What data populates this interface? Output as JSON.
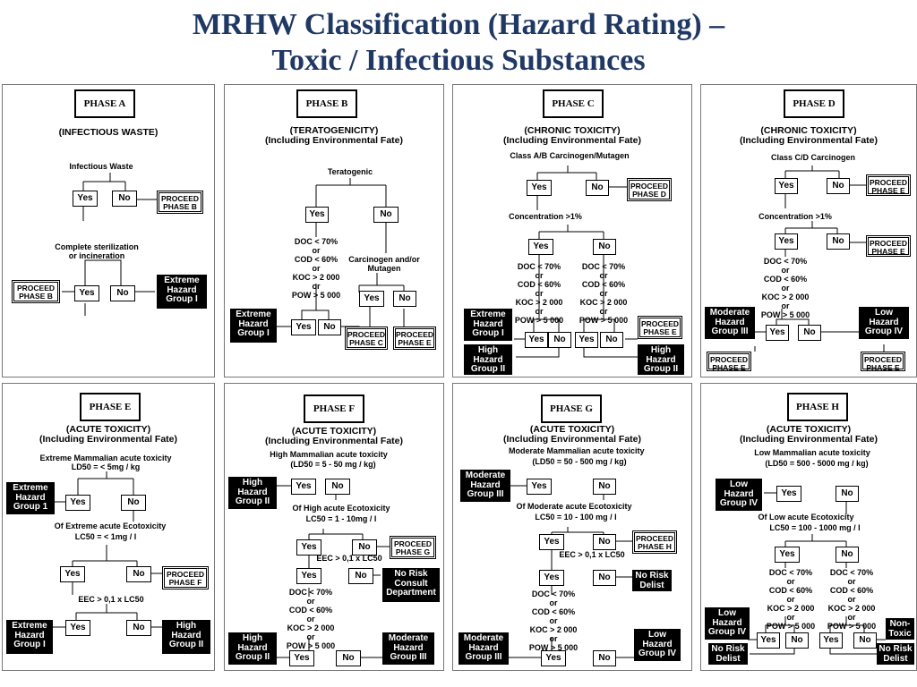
{
  "title": {
    "line1": "MRHW Classification (Hazard Rating) –",
    "line2": "Toxic / Infectious Substances"
  },
  "common": {
    "yes": "Yes",
    "no": "No",
    "proceed": "PROCEED",
    "acute": "(ACUTE TOXICITY)",
    "chronic": "(CHRONIC TOXICITY)",
    "env": "(Including Environmental Fate)",
    "or": "or",
    "doc": "DOC < 70%",
    "cod": "COD < 60%",
    "koc": "KOC > 2 000",
    "pow": "POW > 5 000"
  },
  "phase_a": {
    "label": "PHASE A",
    "subtitle": "(INFECTIOUS WASTE)",
    "q1": "Infectious Waste",
    "q2a": "Complete sterilization",
    "q2b": "or incineration",
    "proceed1": "PHASE B",
    "proceed2": "PHASE B",
    "out1": [
      "Extreme",
      "Hazard",
      "Group I"
    ]
  },
  "phase_b": {
    "label": "PHASE B",
    "subtitle": "(TERATOGENICITY)",
    "q1": "Teratogenic",
    "q2a": "Carcinogen and/or",
    "q2b": "Mutagen",
    "out1": [
      "Extreme",
      "Hazard",
      "Group I"
    ],
    "proceed1": "PHASE C",
    "proceed2": "PHASE E"
  },
  "phase_c": {
    "label": "PHASE C",
    "q1": "Class A/B Carcinogen/Mutagen",
    "q2": "Concentration >1%",
    "proceed1": "PHASE D",
    "proceed2": "PHASE E",
    "out1": [
      "Extreme",
      "Hazard",
      "Group I"
    ],
    "out2": [
      "High",
      "Hazard",
      "Group II"
    ],
    "out3": [
      "High",
      "Hazard",
      "Group II"
    ]
  },
  "phase_d": {
    "label": "PHASE D",
    "q1": "Class C/D Carcinogen",
    "q2": "Concentration >1%",
    "proceed1": "PHASE E",
    "proceed2": "PHASE E",
    "proceed3": "PHASE E",
    "proceed4": "PHASE E",
    "out1": [
      "Moderate",
      "Hazard",
      "Group III"
    ],
    "out2": [
      "Low",
      "Hazard",
      "Group IV"
    ]
  },
  "phase_e": {
    "label": "PHASE E",
    "q1a": "Extreme Mammalian acute toxicity",
    "q1b": "LD50 = < 5mg / kg",
    "q2a": "Of Extreme acute Ecotoxicity",
    "q2b": "LC50 = < 1mg / l",
    "q3": "EEC > 0,1 x LC50",
    "proceed1": "PHASE F",
    "out1": [
      "Extreme",
      "Hazard",
      "Group 1"
    ],
    "out2": [
      "Extreme",
      "Hazard",
      "Group I"
    ],
    "out3": [
      "High",
      "Hazard",
      "Group II"
    ]
  },
  "phase_f": {
    "label": "PHASE F",
    "q1a": "High Mammalian acute toxicity",
    "q1b": "(LD50 = 5 - 50 mg / kg)",
    "q2a": "Of High acute Ecotoxicity",
    "q2b": "LC50 = 1 - 10mg / l",
    "q3": "EEC > 0,1 x LC50",
    "proceed1": "PHASE G",
    "out1": [
      "High",
      "Hazard",
      "Group II"
    ],
    "out2": [
      "No Risk",
      "Consult",
      "Department"
    ],
    "out3": [
      "High",
      "Hazard",
      "Group II"
    ],
    "out4": [
      "Moderate",
      "Hazard",
      "Group III"
    ]
  },
  "phase_g": {
    "label": "PHASE G",
    "q1a": "Moderate Mammalian acute toxicity",
    "q1b": "(LD50 = 50 - 500 mg / kg)",
    "q2a": "Of Moderate acute Ecotoxicity",
    "q2b": "LC50 = 10 - 100 mg / l",
    "q3": "EEC > 0,1 x LC50",
    "proceed1": "PHASE H",
    "out1": [
      "Moderate",
      "Hazard",
      "Group III"
    ],
    "out2": [
      "No Risk",
      "Delist"
    ],
    "out3": [
      "Moderate",
      "Hazard",
      "Group III"
    ],
    "out4": [
      "Low",
      "Hazard",
      "Group IV"
    ]
  },
  "phase_h": {
    "label": "PHASE H",
    "q1a": "Low Mammalian acute toxicity",
    "q1b": "(LD50 = 500 - 5000 mg / kg)",
    "q2a": "Of Low acute Ecotoxicity",
    "q2b": "LC50 = 100 - 1000 mg / l",
    "out1": [
      "Low",
      "Hazard",
      "Group IV"
    ],
    "out2": [
      "Low",
      "Hazard",
      "Group IV"
    ],
    "out3": [
      "Non-",
      "Toxic"
    ],
    "out4": [
      "No Risk",
      "Delist"
    ],
    "out5": [
      "No Risk",
      "Delist"
    ]
  }
}
